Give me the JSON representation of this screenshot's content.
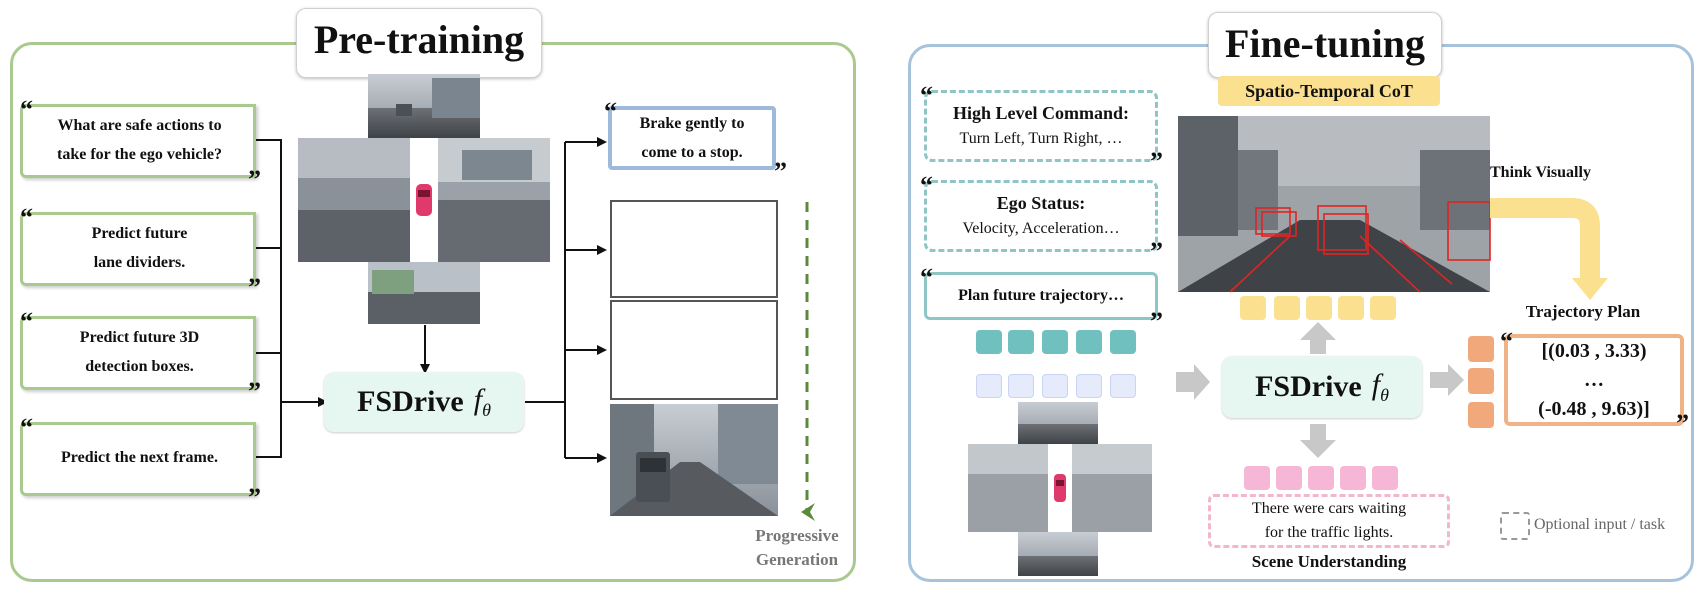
{
  "pretraining": {
    "title": "Pre-training",
    "questions": [
      {
        "line1": "What are safe actions to",
        "line2": "take for the ego vehicle?"
      },
      {
        "line1": "Predict future",
        "line2": "lane dividers."
      },
      {
        "line1": "Predict future 3D",
        "line2": "detection boxes."
      },
      {
        "line1": "Predict the next frame.",
        "line2": ""
      }
    ],
    "model_name": "FSDrive",
    "model_symbol": "f",
    "model_subscript": "θ",
    "answer": {
      "line1": "Brake gently to",
      "line2": "come to a stop."
    },
    "progress_label": {
      "line1": "Progressive",
      "line2": "Generation"
    }
  },
  "finetuning": {
    "title": "Fine-tuning",
    "cot_label": "Spatio-Temporal CoT",
    "inputs": [
      {
        "title": "High Level Command:",
        "detail": "Turn Left, Turn Right, …"
      },
      {
        "title": "Ego Status:",
        "detail": "Velocity, Acceleration…"
      }
    ],
    "plan_prompt": "Plan future trajectory…",
    "model_name": "FSDrive",
    "model_symbol": "f",
    "model_subscript": "θ",
    "think_label": "Think Visually",
    "trajectory_label": "Trajectory Plan",
    "trajectory": {
      "line1": "[(0.03 , 3.33)",
      "line2": "…",
      "line3": "(-0.48 , 9.63)]"
    },
    "scene_text": {
      "line1": "There were cars waiting",
      "line2": "for the traffic lights."
    },
    "scene_label": "Scene Understanding",
    "legend": "Optional input / task"
  },
  "quote_open": "“",
  "quote_close": "”",
  "colors": {
    "pretrain_border": "#a9c98f",
    "finetune_border": "#a7c3dc",
    "model_fill": "#e6f7f1",
    "token_teal": "#6fc0bf",
    "token_yellow": "#fbe08f",
    "token_pink": "#f6b7d6",
    "token_orange": "#f1a97c",
    "arrow_green": "#5b8a3a"
  }
}
